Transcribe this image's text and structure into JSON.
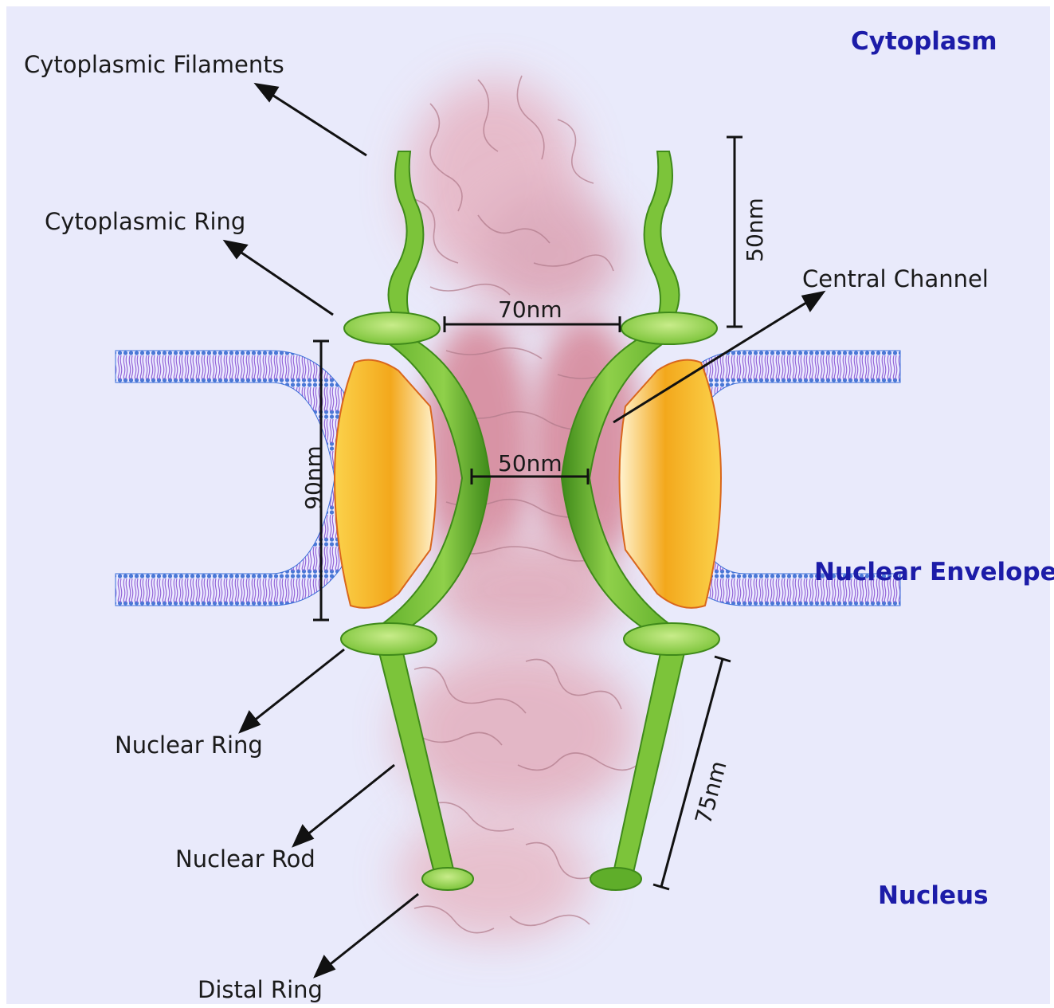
{
  "colors": {
    "background": "#e9eafb",
    "region_text": "#1c1ca8",
    "scaffold_green": "#7cc43a",
    "scaffold_dark": "#3f8a1a",
    "transmembrane_orange": "#f3a81c",
    "membrane_purple": "#9b77e0",
    "membrane_blue": "#3a6fd8",
    "fg_cloud": "#d98a9a"
  },
  "regions": {
    "cytoplasm": "Cytoplasm",
    "nuclear_envelope": "Nuclear Envelope",
    "nucleus": "Nucleus"
  },
  "labels": {
    "cytoplasmic_filaments": "Cytoplasmic Filaments",
    "cytoplasmic_ring": "Cytoplasmic Ring",
    "central_channel": "Central Channel",
    "nuclear_ring": "Nuclear Ring",
    "nuclear_rod": "Nuclear Rod",
    "distal_ring": "Distal Ring"
  },
  "dimensions": {
    "filament_length": "50nm",
    "ring_spacing": "70nm",
    "channel_width": "50nm",
    "envelope_height": "90nm",
    "basket_length": "75nm"
  }
}
